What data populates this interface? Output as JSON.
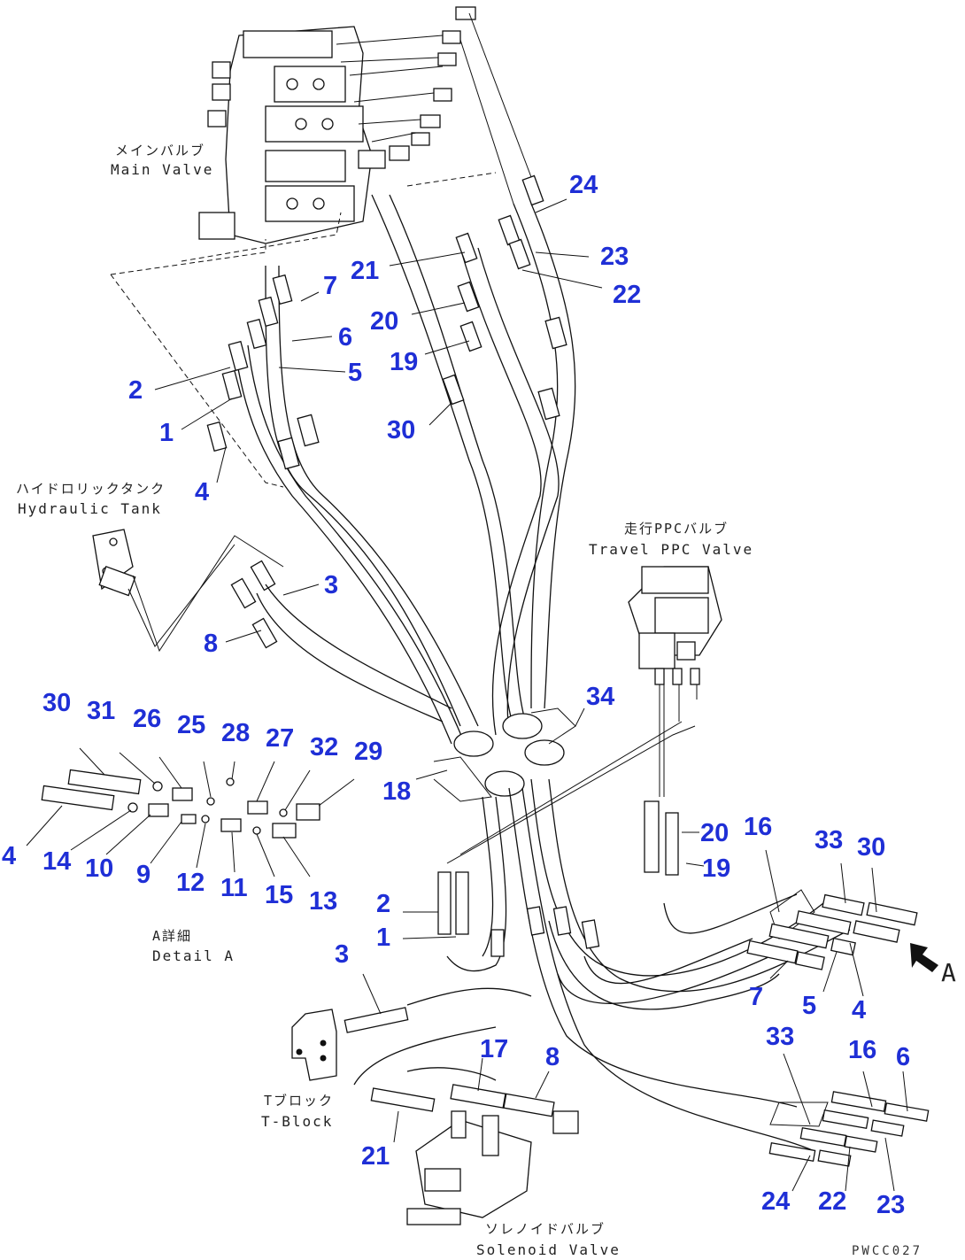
{
  "labels": {
    "main_valve_jp": "メインバルブ",
    "main_valve_en": "Main Valve",
    "hydraulic_tank_jp": "ハイドロリックタンク",
    "hydraulic_tank_en": "Hydraulic Tank",
    "travel_ppc_jp": "走行PPCバルブ",
    "travel_ppc_en": "Travel PPC Valve",
    "detail_a_jp": "A詳細",
    "detail_a_en": "Detail A",
    "t_block_jp": "Tブロック",
    "t_block_en": "T-Block",
    "solenoid_jp": "ソレノイドバルブ",
    "solenoid_en": "Solenoid Valve",
    "arrow_label": "A",
    "drawing_code": "PWCC027"
  },
  "callouts": {
    "c24a": "24",
    "c23a": "23",
    "c22a": "22",
    "c21a": "21",
    "c20a": "20",
    "c19a": "19",
    "c30a": "30",
    "c7a": "7",
    "c6a": "6",
    "c5a": "5",
    "c2a": "2",
    "c1a": "1",
    "c4a": "4",
    "c3a": "3",
    "c8a": "8",
    "c34": "34",
    "c18": "18",
    "d30": "30",
    "d31": "31",
    "d26": "26",
    "d25": "25",
    "d28": "28",
    "d27": "27",
    "d32": "32",
    "d29": "29",
    "d4": "4",
    "d14": "14",
    "d10": "10",
    "d9": "9",
    "d12": "12",
    "d11": "11",
    "d15": "15",
    "d13": "13",
    "c2b": "2",
    "c1b": "1",
    "c20b": "20",
    "c19b": "19",
    "c16a": "16",
    "c33a": "33",
    "c30b": "30",
    "c7b": "7",
    "c5b": "5",
    "c4b": "4",
    "c3b": "3",
    "c17": "17",
    "c8b": "8",
    "c21b": "21",
    "c33b": "33",
    "c16b": "16",
    "c6b": "6",
    "c24b": "24",
    "c22b": "22",
    "c23b": "23"
  }
}
